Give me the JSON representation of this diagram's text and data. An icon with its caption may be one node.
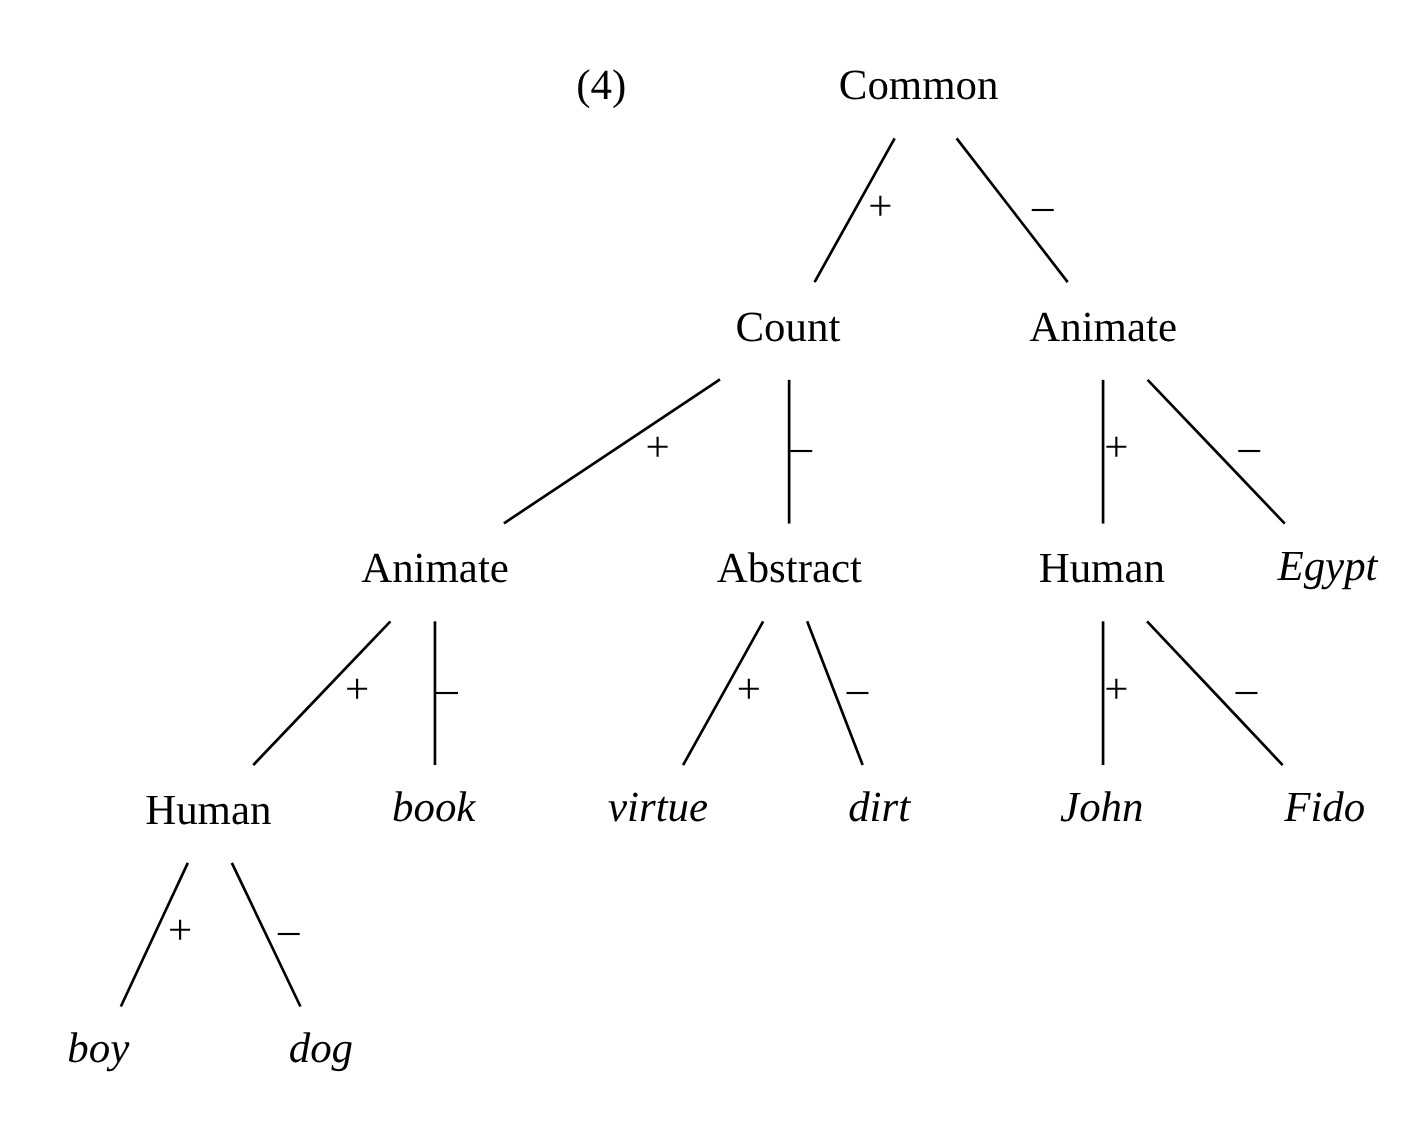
{
  "diagram": {
    "nodes": [
      {
        "text": [
          "Common"
        ]
      },
      {
        "text": [
          "Count"
        ]
      },
      {
        "text": [
          "Animate"
        ]
      },
      {
        "text": [
          "Animate"
        ]
      },
      {
        "text": [
          "Abstract"
        ]
      },
      {
        "text": [
          "Human"
        ]
      },
      {
        "text": [
          "Egypt"
        ]
      },
      {
        "text": [
          "Human"
        ]
      },
      {
        "text": [
          "book"
        ]
      },
      {
        "text": [
          "virtue"
        ]
      },
      {
        "text": [
          "dirt"
        ]
      },
      {
        "text": [
          "John"
        ]
      },
      {
        "text": [
          "Fido"
        ]
      },
      {
        "text": [
          "boy"
        ]
      },
      {
        "text": [
          "dog"
        ]
      }
    ],
    "edges": [
      {
        "from": 0,
        "to": 1,
        "arrow": "none",
        "label": "+"
      },
      {
        "from": 0,
        "to": 2,
        "arrow": "none",
        "label": "–"
      },
      {
        "from": 1,
        "to": 3,
        "arrow": "none",
        "label": "+"
      },
      {
        "from": 1,
        "to": 4,
        "arrow": "none",
        "label": "–"
      },
      {
        "from": 2,
        "to": 5,
        "arrow": "none",
        "label": "+"
      },
      {
        "from": 2,
        "to": 6,
        "arrow": "none",
        "label": "–"
      },
      {
        "from": 3,
        "to": 7,
        "arrow": "none",
        "label": "+"
      },
      {
        "from": 3,
        "to": 8,
        "arrow": "none",
        "label": "–"
      },
      {
        "from": 4,
        "to": 9,
        "arrow": "none",
        "label": "+"
      },
      {
        "from": 4,
        "to": 10,
        "arrow": "none",
        "label": "–"
      },
      {
        "from": 5,
        "to": 11,
        "arrow": "none",
        "label": "+"
      },
      {
        "from": 5,
        "to": 12,
        "arrow": "none",
        "label": "–"
      },
      {
        "from": 7,
        "to": 13,
        "arrow": "none",
        "label": "+"
      },
      {
        "from": 7,
        "to": 14,
        "arrow": "none",
        "label": "–"
      }
    ],
    "labels": [
      "(4)"
    ]
  }
}
